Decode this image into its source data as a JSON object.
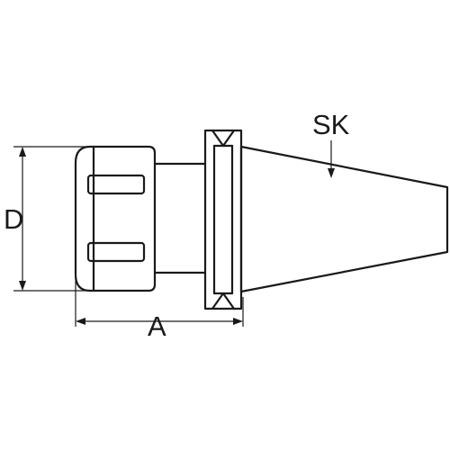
{
  "labels": {
    "sk": "SK",
    "d": "D",
    "a": "A"
  },
  "colors": {
    "line": "#1a1a1a",
    "background": "#ffffff"
  }
}
